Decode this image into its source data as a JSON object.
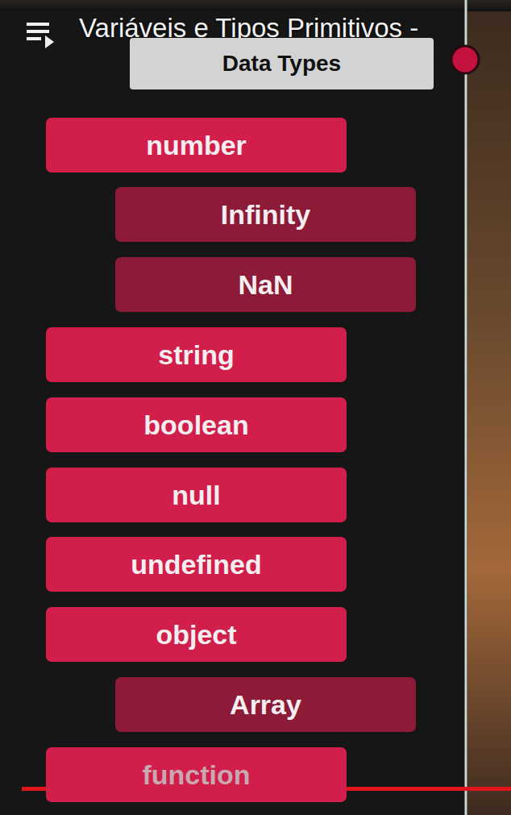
{
  "diagram": {
    "title": "Data Types",
    "nodes": [
      {
        "text": [
          "number"
        ]
      },
      {
        "text": [
          "Infinity"
        ]
      },
      {
        "text": [
          "NaN"
        ]
      },
      {
        "text": [
          "string"
        ]
      },
      {
        "text": [
          "boolean"
        ]
      },
      {
        "text": [
          "null"
        ]
      },
      {
        "text": [
          "undefined"
        ]
      },
      {
        "text": [
          "object"
        ]
      },
      {
        "text": [
          "Array"
        ]
      },
      {
        "text": [
          "function"
        ]
      }
    ],
    "labels": [
      "Variáveis e Tipos Primitivos -"
    ]
  }
}
